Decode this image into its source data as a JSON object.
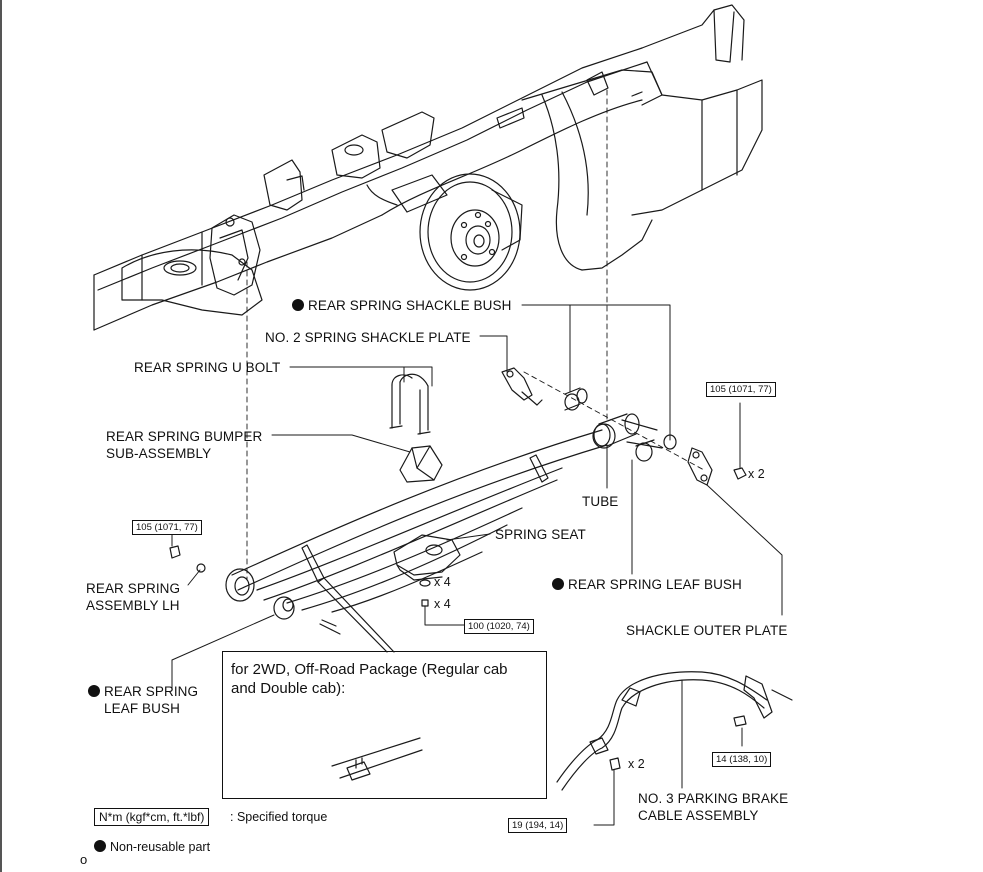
{
  "labels": {
    "rear_spring_shackle_bush": "REAR SPRING SHACKLE BUSH",
    "no2_spring_shackle_plate": "NO. 2 SPRING SHACKLE PLATE",
    "rear_spring_u_bolt": "REAR SPRING U BOLT",
    "rear_spring_bumper": "REAR SPRING BUMPER SUB-ASSEMBLY",
    "tube": "TUBE",
    "spring_seat": "SPRING SEAT",
    "rear_spring_leaf_bush_right": "REAR SPRING LEAF BUSH",
    "rear_spring_assembly_lh": "REAR SPRING ASSEMBLY LH",
    "shackle_outer_plate": "SHACKLE OUTER PLATE",
    "rear_spring_leaf_bush_left": "REAR SPRING LEAF BUSH",
    "no3_parking_brake_cable": "NO. 3 PARKING BRAKE CABLE ASSEMBLY"
  },
  "torques": {
    "shackle_nut": "105 (1071, 77)",
    "front_hanger_nut": "105 (1071, 77)",
    "u_bolt_nut": "100 (1020, 74)",
    "cable_clamp_bolt": "14 (138, 10)",
    "cable_bracket_bolt": "19 (194, 14)"
  },
  "quantities": {
    "shackle_nut": "x 2",
    "u_bolt_washer": "x 4",
    "u_bolt_nut": "x 4",
    "cable_bracket_bolt": "x 2"
  },
  "inset": {
    "title": "for 2WD, Off-Road Package (Regular cab and Double cab):"
  },
  "legend": {
    "torque_format": "N*m (kgf*cm, ft.*lbf)",
    "torque_desc": ": Specified torque",
    "nonreusable_desc": "Non-reusable part"
  },
  "figure_code": "o"
}
